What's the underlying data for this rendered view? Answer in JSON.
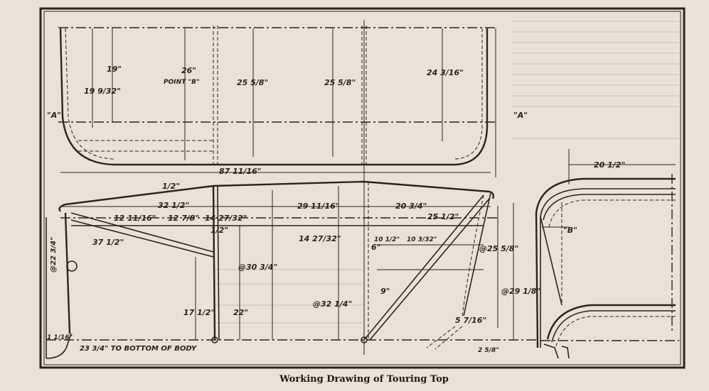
{
  "caption": "Working Drawing of Touring Top",
  "plan_view": {
    "labels": {
      "dim_19": "19\"",
      "dim_19_9_32": "19 9/32\"",
      "dim_26": "26\"",
      "point_b": "POINT \"B\"",
      "dim_25_5_8_a": "25 5/8\"",
      "dim_25_5_8_b": "25 5/8\"",
      "dim_24_3_16": "24 3/16\"",
      "ref_a_left": "\"A\"",
      "ref_a_right": "\"A\""
    }
  },
  "side_view": {
    "labels": {
      "overall_87_11_16": "87 11/16\"",
      "rise_1_2": "1/2\"",
      "dim_32_1_2": "32 1/2\"",
      "dim_29_11_16": "29 11/16\"",
      "dim_20_3_4": "20 3/4\"",
      "dim_12_11_16": "12 11/16\"",
      "dim_12_7_8": "12 7/8\"",
      "dim_14_27_32_a": "14 27/32\"",
      "dim_1_2_b": "1/2\"",
      "dim_25_1_2": "25 1/2\"",
      "dim_14_27_32_b": "14 27/32\"",
      "dim_10_1_2": "10 1/2\"",
      "dim_10_3_32": "10 3/32\"",
      "dim_6": "6\"",
      "dim_37_1_2": "37 1/2\"",
      "dim_at_30_3_4": "@30 3/4\"",
      "dim_at_32_1_4": "@32 1/4\"",
      "dim_at_25_5_8": "@25 5/8\"",
      "dim_at_29_1_8": "@29 1/8\"",
      "dim_9": "9\"",
      "dim_17_1_2": "17 1/2\"",
      "dim_22": "22\"",
      "dim_at_22_3_4": "@22 3/4\"",
      "dim_5_7_16": "5 7/16\"",
      "dim_1_1_16": "1 1/16\"",
      "to_bottom_of_body": "23 3/4\" TO BOTTOM OF BODY",
      "dim_2_5_8": "2 5/8\""
    }
  },
  "rear_view": {
    "labels": {
      "dim_20_1_2": "20 1/2\"",
      "ref_b": "\"B\""
    }
  }
}
